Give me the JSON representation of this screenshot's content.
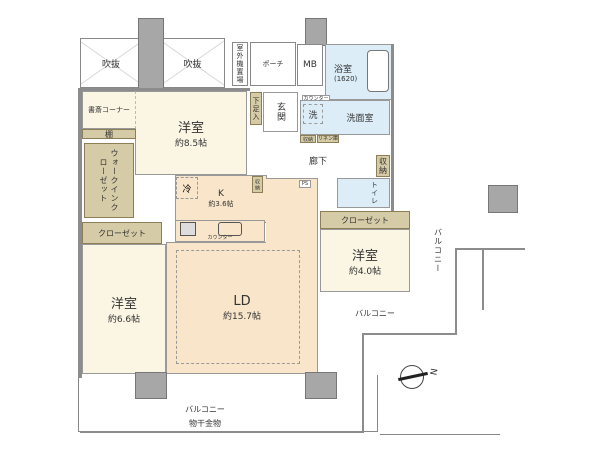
{
  "rooms": {
    "void1": "吹抜",
    "void2": "吹抜",
    "outdoor_unit": "室外機置場",
    "porch": "ポーチ",
    "mb": "MB",
    "bath": {
      "name": "浴室",
      "size": "(1620)"
    },
    "western1": {
      "name": "洋室",
      "size": "約8.5帖"
    },
    "study": "書斎コーナー",
    "shelf": "棚",
    "walkin": "ウォークインクローゼット",
    "shoe": "下足入",
    "entrance": "玄関",
    "counter_small": "カウンター",
    "washer": "洗",
    "washroom": "洗面室",
    "storage1": "収納",
    "linen": "リネン庫",
    "ps": "PS",
    "hallway": "廊下",
    "storage2": "収納",
    "toilet": "トイレ",
    "storage3": "収納",
    "fridge": "冷",
    "kitchen": {
      "name": "K",
      "size": "約3.6帖"
    },
    "counter": "カウンター",
    "closet_left": "クローゼット",
    "closet_right": "クローゼット",
    "western2": {
      "name": "洋室",
      "size": "約6.6帖"
    },
    "ld": {
      "name": "LD",
      "size": "約15.7帖"
    },
    "western3": {
      "name": "洋室",
      "size": "約4.0帖"
    }
  },
  "balcony": {
    "right_vertical": "バルコニー",
    "right": "バルコニー",
    "bottom": "バルコニー",
    "drying": "物干金物"
  },
  "compass": {
    "north": "N"
  },
  "colors": {
    "room": "#fbf6e4",
    "ld": "#f8e5ca",
    "closet": "#d5cba6",
    "wet": "#dcedf8",
    "wall": "#8c8c8c"
  }
}
